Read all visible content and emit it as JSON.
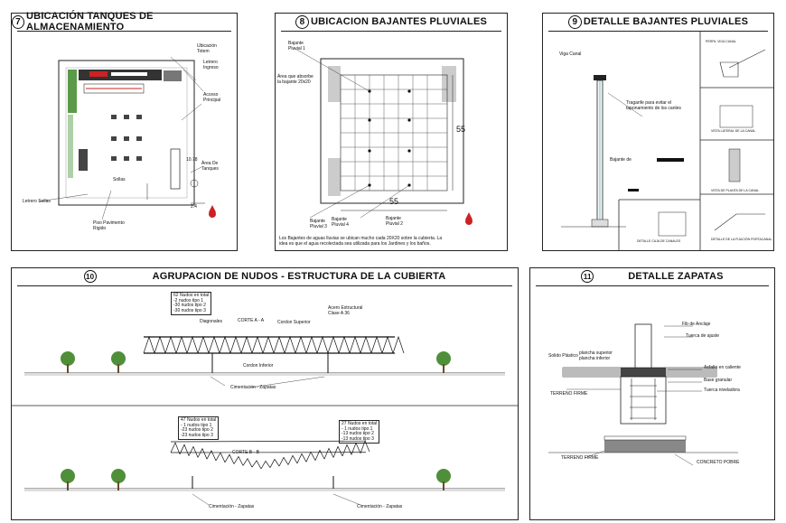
{
  "panels": {
    "p7": {
      "number": "7",
      "title": "UBICACIÓN TANQUES DE ALMACENAMIENTO",
      "labels": {
        "totem": "Ubicación\nTotem",
        "ingreso": "Letrero\nIngreso",
        "acceso": "Acceso\nPrincipal",
        "tanques": "Área De\nTanques",
        "letrero_sollas": "Letrero Sollas",
        "sollas": "Sollas",
        "piso": "Piso Pavimento\nRigido",
        "dim1": "10.78",
        "dim2": "2.4"
      }
    },
    "p8": {
      "number": "8",
      "title": "UBICACION BAJANTES PLUVIALES",
      "labels": {
        "b1": "Bajante\nPluvial 1",
        "area": "Área que absorbe\nla bajante 20x20",
        "b2": "Bajante\nPluvial 2",
        "b3": "Bajante\nPluvial 3",
        "b4": "Bajante\nPluvial 4",
        "dim_h": "55",
        "dim_v": "55",
        "note": "Los Bajantes de aguas lluvias se ubican mucho cada 20X20 sobre la cubierta. La\nidea es que el agua recolectada sea utilizada para los Jardines y los baños."
      }
    },
    "p9": {
      "number": "9",
      "title": "DETALLE BAJANTES PLUVIALES",
      "labels": {
        "viga": "Viga Canal",
        "traganfe": "Traganfe para evitar el\ntaponamiento de los canles",
        "bajante": "Bajante de",
        "d1": "PERFIL VIGA CANAL",
        "d2": "VISTA LATERAL DE LA CANAL",
        "d3": "VISTA DE PLANTA DE LA CANAL",
        "d4": "DETALLE CAJA DE CANALES",
        "d5": "DETALLE DE LA FIJACIÓN PORTACANAL"
      }
    },
    "p10": {
      "number": "10",
      "title": "AGRUPACION DE NUDOS - ESTRUCTURA DE LA CUBIERTA",
      "labels": {
        "nudosA": "62 Nudos en total\n-2 nudos tipo 1\n-30 nudos tipo 2\n-30 nudos tipo 3",
        "acero": "Acero Estructural\nClase A 36",
        "corteA": "CORTE A - A",
        "diagonales": "Diagonales",
        "cordon_sup": "Cordon Superior",
        "cordon_inf": "Cordon Inferior",
        "cimA": "Cimentación - Zapatas",
        "nudosB1": "47 Nudos en total\n- 1 nudos tipo 1\n-23 nudos tipo 2\n-23 nudos tipo 3",
        "nudosB2": "27 Nudos en total\n- 1 nudos tipo 1\n-13 nudos tipo 2\n-13 nudos tipo 3",
        "corteB": "CORTE B - B",
        "cimB1": "Cimentación - Zapatas",
        "cimB2": "Cimentación - Zapatas"
      }
    },
    "p11": {
      "number": "11",
      "title": "DETALLE ZAPATAS",
      "labels": {
        "fib": "Fib de Anclaje",
        "tuerca": "Tuerca de ajuste",
        "solido": "Solido Plástico",
        "plancha": "plancha superior\nplancha inferior",
        "asfalto": "Asfalto en caliente",
        "base": "Base granular",
        "tuerca_niv": "Tuerca niveladora",
        "terreno1": "TERRENO FIRME",
        "terreno2": "TERRENO FIRME",
        "concreto": "CONCRETO POBRE"
      }
    }
  }
}
